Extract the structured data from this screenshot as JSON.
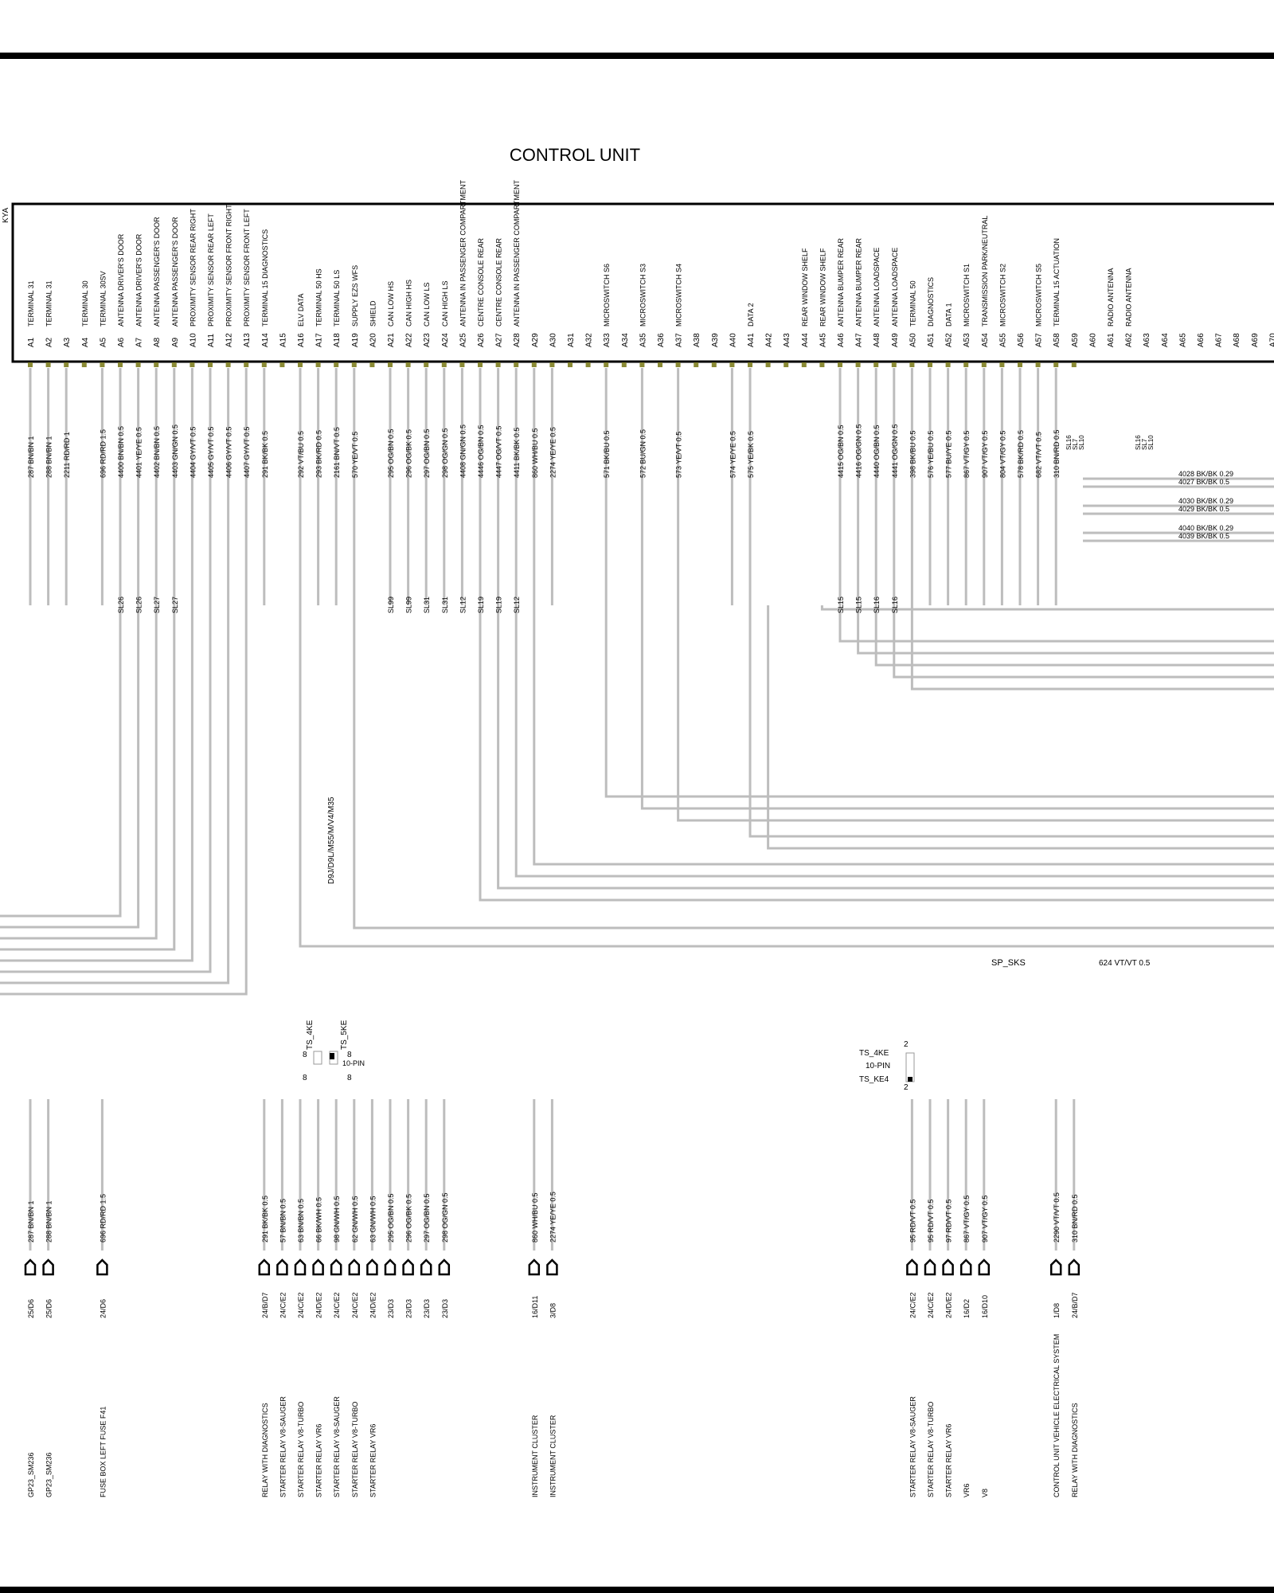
{
  "title": "CONTROL UNIT",
  "component_id": "KYA",
  "colors": {
    "wire": "#bdbdbd",
    "border": "#000000",
    "pin_marker": "#8a8a35"
  },
  "pins": [
    {
      "pin": "A1",
      "desc": "TERMINAL 31",
      "wire": "287 BN/BN 1",
      "conn": "25/D6",
      "dest": "GP23_SM236"
    },
    {
      "pin": "A2",
      "desc": "TERMINAL 31",
      "wire": "288 BN/BN 1",
      "conn": "25/D6",
      "dest": "GP23_SM236"
    },
    {
      "pin": "A3",
      "desc": "",
      "wire": "2211 RD/RD 1",
      "conn": "",
      "dest": ""
    },
    {
      "pin": "A4",
      "desc": "TERMINAL 30",
      "wire": "",
      "conn": "",
      "dest": ""
    },
    {
      "pin": "A5",
      "desc": "TERMINAL 30SV",
      "wire": "696 RD/RD 1.5",
      "conn": "24/D6",
      "dest": "FUSE BOX LEFT FUSE F41"
    },
    {
      "pin": "A6",
      "desc": "ANTENNA DRIVER'S DOOR",
      "wire": "4400 BN/BN 0.5",
      "conn": "",
      "dest": ""
    },
    {
      "pin": "A7",
      "desc": "ANTENNA DRIVER'S DOOR",
      "wire": "4401 YE/YE 0.5",
      "conn": "",
      "dest": ""
    },
    {
      "pin": "A8",
      "desc": "ANTENNA PASSENGER'S DOOR",
      "wire": "4402 BN/BN 0.5",
      "conn": "",
      "dest": ""
    },
    {
      "pin": "A9",
      "desc": "ANTENNA PASSENGER'S DOOR",
      "wire": "4403 GN/GN 0.5",
      "conn": "",
      "dest": ""
    },
    {
      "pin": "A10",
      "desc": "PROXIMITY SENSOR REAR RIGHT",
      "wire": "4404 GY/VT 0.5",
      "conn": "",
      "dest": ""
    },
    {
      "pin": "A11",
      "desc": "PROXIMITY SENSOR REAR LEFT",
      "wire": "4405 GY/VT 0.5",
      "conn": "",
      "dest": ""
    },
    {
      "pin": "A12",
      "desc": "PROXIMITY SENSOR FRONT RIGHT",
      "wire": "4406 GY/VT 0.5",
      "conn": "",
      "dest": ""
    },
    {
      "pin": "A13",
      "desc": "PROXIMITY SENSOR FRONT LEFT",
      "wire": "4407 GY/VT 0.5",
      "conn": "",
      "dest": ""
    },
    {
      "pin": "A14",
      "desc": "TERMINAL 15 DIAGNOSTICS",
      "wire": "291 BK/BK 0.5",
      "conn": "",
      "dest": ""
    },
    {
      "pin": "A15",
      "desc": "",
      "wire": "",
      "conn": "",
      "dest": ""
    },
    {
      "pin": "A16",
      "desc": "ELV DATA",
      "wire": "292 VT/BU 0.5",
      "conn": "",
      "dest": ""
    },
    {
      "pin": "A17",
      "desc": "TERMINAL 50 HS",
      "wire": "293 BK/RD 0.5",
      "conn": "",
      "dest": ""
    },
    {
      "pin": "A18",
      "desc": "TERMINAL 50 LS",
      "wire": "2161 BN/VT 0.5",
      "conn": "",
      "dest": ""
    },
    {
      "pin": "A19",
      "desc": "SUPPLY EZS WFS",
      "wire": "570 YE/VT 0.5",
      "conn": "",
      "dest": ""
    },
    {
      "pin": "A20",
      "desc": "SHIELD",
      "wire": "",
      "conn": "",
      "dest": ""
    },
    {
      "pin": "A21",
      "desc": "CAN LOW HS",
      "wire": "295 OG/BN 0.5",
      "conn": "",
      "dest": ""
    },
    {
      "pin": "A22",
      "desc": "CAN HIGH HS",
      "wire": "296 OG/BK 0.5",
      "conn": "",
      "dest": ""
    },
    {
      "pin": "A23",
      "desc": "CAN LOW LS",
      "wire": "297 OG/BN 0.5",
      "conn": "",
      "dest": ""
    },
    {
      "pin": "A24",
      "desc": "CAN HIGH LS",
      "wire": "298 OG/GN 0.5",
      "conn": "",
      "dest": ""
    },
    {
      "pin": "A25",
      "desc": "ANTENNA IN PASSENGER COMPARTMENT",
      "wire": "4408 GN/GN 0.5",
      "conn": "",
      "dest": ""
    },
    {
      "pin": "A26",
      "desc": "CENTRE CONSOLE REAR",
      "wire": "4446 OG/BN 0.5",
      "conn": "",
      "dest": ""
    },
    {
      "pin": "A27",
      "desc": "CENTRE CONSOLE REAR",
      "wire": "4447 OG/VT 0.5",
      "conn": "",
      "dest": ""
    },
    {
      "pin": "A28",
      "desc": "ANTENNA IN PASSENGER COMPARTMENT",
      "wire": "4411 BK/BK 0.5",
      "conn": "",
      "dest": ""
    },
    {
      "pin": "A29",
      "desc": "",
      "wire": "860 WH/BU 0.5",
      "conn": "16/D11",
      "dest": "INSTRUMENT CLUSTER"
    },
    {
      "pin": "A30",
      "desc": "",
      "wire": "2274 YE/YE 0.5",
      "conn": "3/D8",
      "dest": "INSTRUMENT CLUSTER"
    },
    {
      "pin": "A31",
      "desc": "",
      "wire": "",
      "conn": "",
      "dest": ""
    },
    {
      "pin": "A32",
      "desc": "",
      "wire": "",
      "conn": "",
      "dest": ""
    },
    {
      "pin": "A33",
      "desc": "MICROSWITCH S6",
      "wire": "571 BK/BU 0.5",
      "conn": "",
      "dest": ""
    },
    {
      "pin": "A34",
      "desc": "",
      "wire": "",
      "conn": "",
      "dest": ""
    },
    {
      "pin": "A35",
      "desc": "MICROSWITCH S3",
      "wire": "572 BU/GN 0.5",
      "conn": "",
      "dest": ""
    },
    {
      "pin": "A36",
      "desc": "",
      "wire": "",
      "conn": "",
      "dest": ""
    },
    {
      "pin": "A37",
      "desc": "MICROSWITCH S4",
      "wire": "573 YE/VT 0.5",
      "conn": "",
      "dest": ""
    },
    {
      "pin": "A38",
      "desc": "",
      "wire": "",
      "conn": "",
      "dest": ""
    },
    {
      "pin": "A39",
      "desc": "",
      "wire": "",
      "conn": "",
      "dest": ""
    },
    {
      "pin": "A40",
      "desc": "",
      "wire": "574 YE/YE 0.5",
      "conn": "",
      "dest": ""
    },
    {
      "pin": "A41",
      "desc": "DATA 2",
      "wire": "575 YE/BK 0.5",
      "conn": "",
      "dest": ""
    },
    {
      "pin": "A42",
      "desc": "",
      "wire": "",
      "conn": "",
      "dest": ""
    },
    {
      "pin": "A43",
      "desc": "",
      "wire": "",
      "conn": "",
      "dest": ""
    },
    {
      "pin": "A44",
      "desc": "REAR WINDOW SHELF",
      "wire": "",
      "conn": "",
      "dest": ""
    },
    {
      "pin": "A45",
      "desc": "REAR WINDOW SHELF",
      "wire": "",
      "conn": "",
      "dest": ""
    },
    {
      "pin": "A46",
      "desc": "ANTENNA BUMPER REAR",
      "wire": "4415 OG/BN 0.5",
      "conn": "",
      "dest": ""
    },
    {
      "pin": "A47",
      "desc": "ANTENNA BUMPER REAR",
      "wire": "4416 OG/GN 0.5",
      "conn": "",
      "dest": ""
    },
    {
      "pin": "A48",
      "desc": "ANTENNA LOADSPACE",
      "wire": "4440 OG/BN 0.5",
      "conn": "",
      "dest": ""
    },
    {
      "pin": "A49",
      "desc": "ANTENNA LOADSPACE",
      "wire": "4441 OG/GN 0.5",
      "conn": "",
      "dest": ""
    },
    {
      "pin": "A50",
      "desc": "TERMINAL 50",
      "wire": "398 BK/BU 0.5",
      "conn": "",
      "dest": ""
    },
    {
      "pin": "A51",
      "desc": "DIAGNOSTICS",
      "wire": "576 YE/BU 0.5",
      "conn": "",
      "dest": ""
    },
    {
      "pin": "A52",
      "desc": "DATA 1",
      "wire": "577 BU/YE 0.5",
      "conn": "",
      "dest": ""
    },
    {
      "pin": "A53",
      "desc": "MICROSWITCH S1",
      "wire": "867 VT/GY 0.5",
      "conn": "16/D2",
      "dest": "VR6"
    },
    {
      "pin": "A54",
      "desc": "TRANSMISSION PARK/NEUTRAL",
      "wire": "907 VT/GY 0.5",
      "conn": "16/D10",
      "dest": "V8"
    },
    {
      "pin": "A55",
      "desc": "MICROSWITCH S2",
      "wire": "804 VT/GY 0.5",
      "conn": "",
      "dest": ""
    },
    {
      "pin": "A56",
      "desc": "",
      "wire": "578 BK/RD 0.5",
      "conn": "",
      "dest": ""
    },
    {
      "pin": "A57",
      "desc": "MICROSWITCH S5",
      "wire": "682 VT/VT 0.5",
      "conn": "",
      "dest": ""
    },
    {
      "pin": "A58",
      "desc": "TERMINAL 15 ACTUATION",
      "wire": "310 BN/RD 0.5",
      "conn": "",
      "dest": ""
    },
    {
      "pin": "A59",
      "desc": "",
      "wire": "",
      "conn": "",
      "dest": ""
    },
    {
      "pin": "A60",
      "desc": "",
      "wire": "",
      "conn": "",
      "dest": ""
    },
    {
      "pin": "A61",
      "desc": "RADIO ANTENNA",
      "wire": "",
      "conn": "",
      "dest": ""
    },
    {
      "pin": "A62",
      "desc": "RADIO ANTENNA",
      "wire": "",
      "conn": "",
      "dest": ""
    },
    {
      "pin": "A63",
      "desc": "",
      "wire": "",
      "conn": "",
      "dest": ""
    },
    {
      "pin": "A64",
      "desc": "",
      "wire": "",
      "conn": "",
      "dest": ""
    },
    {
      "pin": "A65",
      "desc": "",
      "wire": "",
      "conn": "",
      "dest": ""
    },
    {
      "pin": "A66",
      "desc": "",
      "wire": "",
      "conn": "",
      "dest": ""
    },
    {
      "pin": "A67",
      "desc": "",
      "wire": "",
      "conn": "",
      "dest": ""
    },
    {
      "pin": "A68",
      "desc": "",
      "wire": "",
      "conn": "",
      "dest": ""
    },
    {
      "pin": "A69",
      "desc": "",
      "wire": "",
      "conn": "",
      "dest": ""
    },
    {
      "pin": "A70",
      "desc": "",
      "wire": "",
      "conn": "",
      "dest": ""
    }
  ],
  "splices": [
    "SL26",
    "SL26",
    "SL27",
    "SL27",
    "SL99",
    "SL99",
    "SL31",
    "SL31",
    "SL12",
    "SL19",
    "SL19",
    "SL12",
    "SL15",
    "SL15",
    "SL16",
    "SL16"
  ],
  "radio_antenna": {
    "splices_left": [
      "SL16",
      "SL7",
      "SL10"
    ],
    "splices_right": [
      "SL16",
      "SL7",
      "SL10"
    ],
    "wires": [
      "4028 BK/BK 0.29",
      "4027 BK/BK 0.5",
      "4030 BK/BK 0.29",
      "4029 BK/BK 0.5",
      "4040 BK/BK 0.29",
      "4039 BK/BK 0.5"
    ]
  },
  "engine_note": "D9J/D9L/M55/M/V4/M35",
  "sp_sks": {
    "label": "SP_SKS",
    "wire": "624 VT/VT 0.5"
  },
  "ts_4ke": {
    "label1": "TS_4KE",
    "label2": "TS_5KE",
    "pin": "8",
    "pins_label": "10-PIN"
  },
  "ts_ke": {
    "label1": "TS_4KE",
    "label2": "10-PIN",
    "label3": "TS_KE4",
    "pin": "2"
  },
  "starter_group": [
    {
      "wire": "291 BK/BK 0.5",
      "conn": "24/B/D7",
      "dest": "RELAY WITH DIAGNOSTICS"
    },
    {
      "wire": "57 BN/BN 0.5",
      "conn": "24/C/E2",
      "dest": "STARTER RELAY V8-SAUGER"
    },
    {
      "wire": "63 BN/BN 0.5",
      "conn": "24/C/E2",
      "dest": "STARTER RELAY V8-TURBO"
    },
    {
      "wire": "66 BK/WH 0.5",
      "conn": "24/D/E2",
      "dest": "STARTER RELAY VR6"
    },
    {
      "wire": "98 GN/WH 0.5",
      "conn": "24/C/E2",
      "dest": "STARTER RELAY V8-SAUGER"
    },
    {
      "wire": "62 GN/WH 0.5",
      "conn": "24/C/E2",
      "dest": "STARTER RELAY V8-TURBO"
    },
    {
      "wire": "63 GN/WH 0.5",
      "conn": "24/D/E2",
      "dest": "STARTER RELAY VR6"
    },
    {
      "wire": "295 OG/BN 0.5",
      "conn": "23/D3",
      "dest": ""
    },
    {
      "wire": "296 OG/BK 0.5",
      "conn": "23/D3",
      "dest": ""
    },
    {
      "wire": "297 OG/BN 0.5",
      "conn": "23/D3",
      "dest": ""
    },
    {
      "wire": "298 OG/GN 0.5",
      "conn": "23/D3",
      "dest": ""
    }
  ],
  "starter_group2": [
    {
      "wire": "95 RD/VT 0.5",
      "conn": "24/C/E2",
      "dest": "STARTER RELAY V8-SAUGER"
    },
    {
      "wire": "95 RD/VT 0.5",
      "conn": "24/C/E2",
      "dest": "STARTER RELAY V8-TURBO"
    },
    {
      "wire": "97 RD/VT 0.5",
      "conn": "24/D/E2",
      "dest": "STARTER RELAY VR6"
    }
  ],
  "vehicle_group": [
    {
      "wire": "2290 VT/VT 0.5",
      "conn": "1/D8",
      "dest": "CONTROL UNIT VEHICLE ELECTRICAL SYSTEM"
    },
    {
      "wire": "310 BN/RD 0.5",
      "conn": "24/B/D7",
      "dest": "RELAY WITH DIAGNOSTICS"
    }
  ]
}
